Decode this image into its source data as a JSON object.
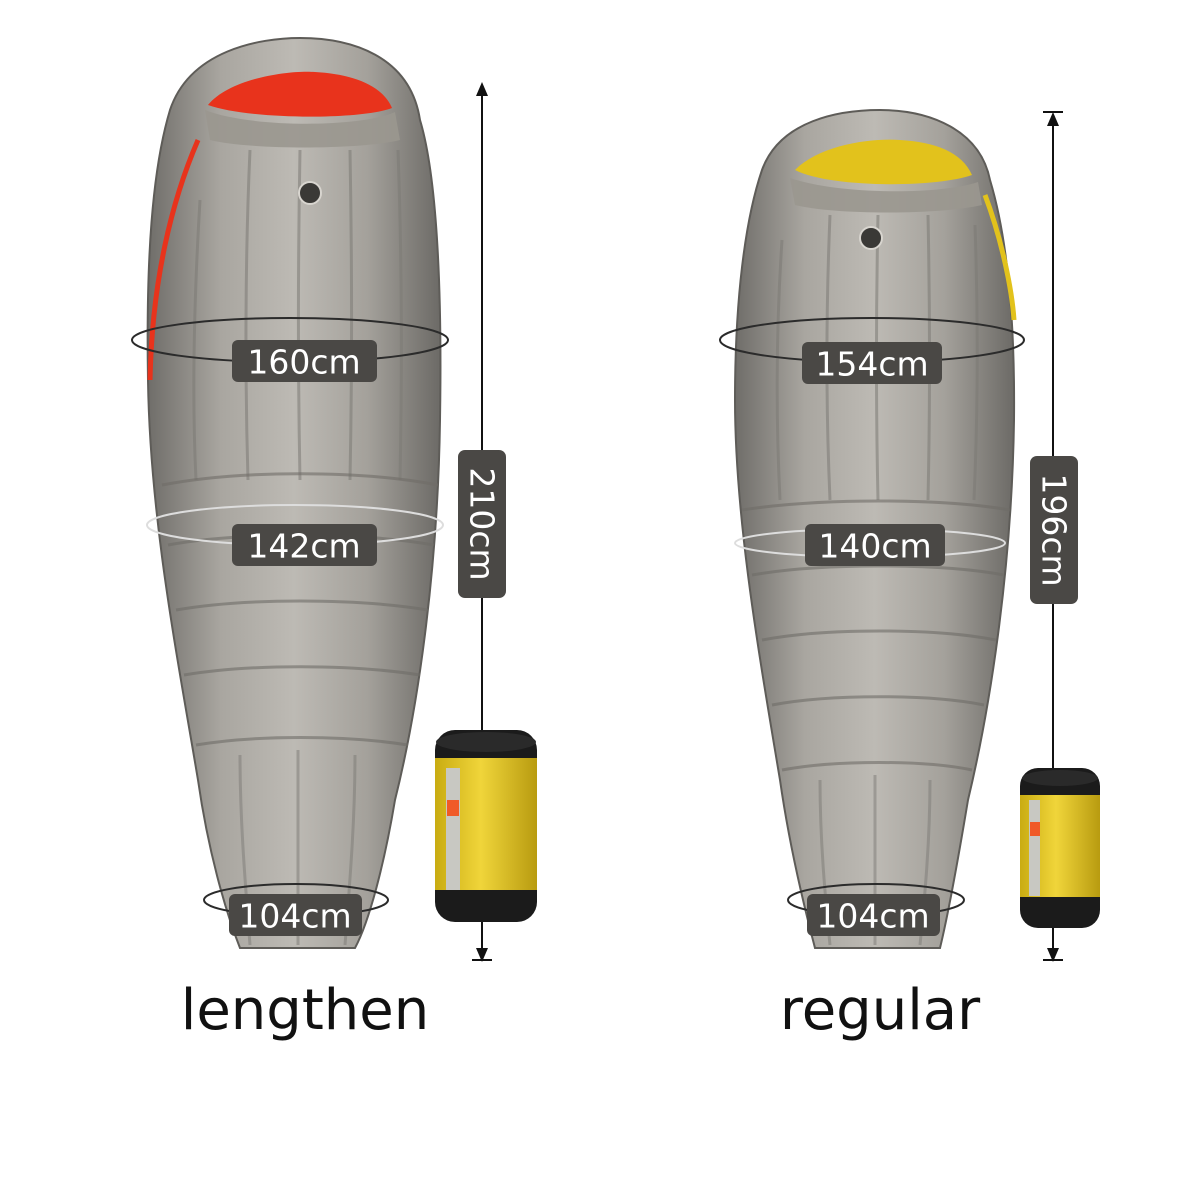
{
  "products": [
    {
      "name": "lengthen",
      "lining_color": "#e8331c",
      "length": "210cm",
      "measurements": {
        "shoulder": "160cm",
        "hip": "142cm",
        "foot": "104cm"
      }
    },
    {
      "name": "regular",
      "lining_color": "#e2c21c",
      "length": "196cm",
      "measurements": {
        "shoulder": "154cm",
        "hip": "140cm",
        "foot": "104cm"
      }
    }
  ],
  "colors": {
    "shell": "#8f8d88",
    "shell_light": "#b3b0aa",
    "label_bg": "#4a4845",
    "stuff_sack_body": "#e3c421",
    "stuff_sack_caps": "#1b1b1b",
    "buckle": "#f05a28"
  }
}
